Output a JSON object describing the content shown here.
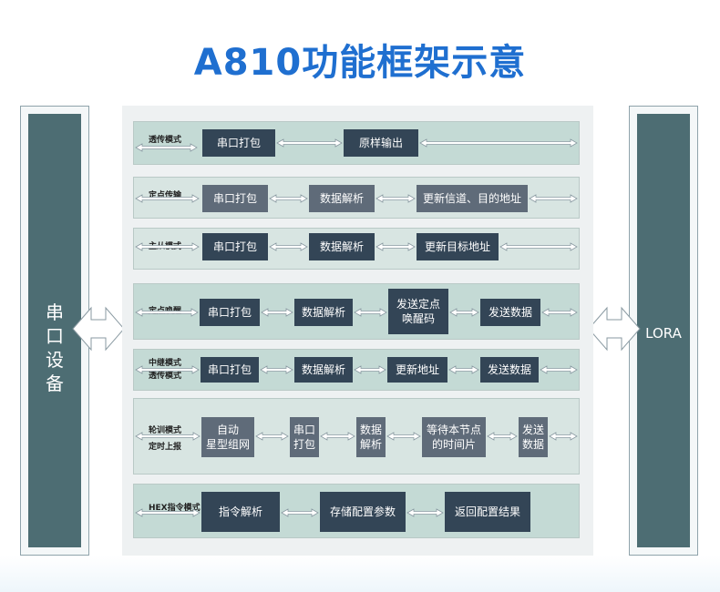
{
  "title": "A810功能框架示意",
  "left_device": [
    "串",
    "口",
    "设",
    "备"
  ],
  "right_device": "LORA",
  "rows": [
    {
      "label": "透传模式",
      "boxes": [
        "串口打包",
        "原样输出"
      ]
    },
    {
      "label": "定点传输",
      "boxes": [
        "串口打包",
        "数据解析",
        "更新信道、目的地址"
      ]
    },
    {
      "label": "主从模式",
      "boxes": [
        "串口打包",
        "数据解析",
        "更新目标地址"
      ]
    },
    {
      "label": "定点唤醒",
      "boxes": [
        "串口打包",
        "数据解析",
        "发送定点\n唤醒码",
        "发送数据"
      ]
    },
    {
      "label_lines": [
        "中继模式",
        "透传模式"
      ],
      "boxes": [
        "串口打包",
        "数据解析",
        "更新地址",
        "发送数据"
      ]
    },
    {
      "label_lines": [
        "轮训模式",
        "定时上报"
      ],
      "boxes": [
        "自动\n星型组网",
        "串口\n打包",
        "数据\n解析",
        "等待本节点\n的时间片",
        "发送\n数据"
      ]
    },
    {
      "label": "HEX指令模式",
      "boxes": [
        "指令解析",
        "存储配置参数",
        "返回配置结果"
      ]
    }
  ],
  "colors": {
    "title": "#1f6fd0",
    "device": "#4d6d73",
    "box_dark": "#334556",
    "box_gray": "#5f6b79"
  }
}
